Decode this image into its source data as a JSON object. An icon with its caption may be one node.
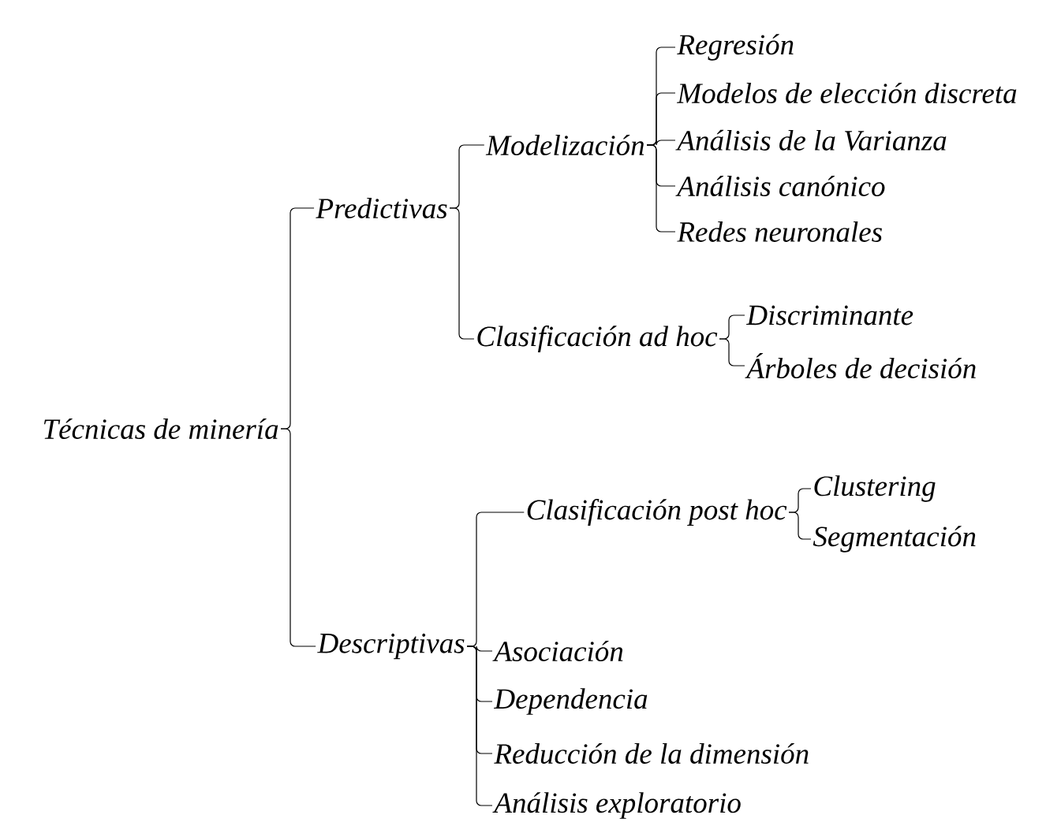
{
  "diagram": {
    "nodes": [
      {
        "text": [
          "Técnicas de minería"
        ]
      },
      {
        "text": [
          "Predictivas"
        ]
      },
      {
        "text": [
          "Modelización"
        ]
      },
      {
        "text": [
          "Regresión"
        ]
      },
      {
        "text": [
          "Modelos de elección discreta"
        ]
      },
      {
        "text": [
          "Análisis de la Varianza"
        ]
      },
      {
        "text": [
          "Análisis canónico"
        ]
      },
      {
        "text": [
          "Redes neuronales"
        ]
      },
      {
        "text": [
          "Clasificación ad hoc"
        ]
      },
      {
        "text": [
          "Discriminante"
        ]
      },
      {
        "text": [
          "Árboles de decisión"
        ]
      },
      {
        "text": [
          "Descriptivas"
        ]
      },
      {
        "text": [
          "Clasificación post hoc"
        ]
      },
      {
        "text": [
          "Clustering"
        ]
      },
      {
        "text": [
          "Segmentación"
        ]
      },
      {
        "text": [
          "Asociación"
        ]
      },
      {
        "text": [
          "Dependencia"
        ]
      },
      {
        "text": [
          "Reducción de la dimensión"
        ]
      },
      {
        "text": [
          "Análisis exploratorio"
        ]
      }
    ],
    "edges": [
      {
        "from": 0,
        "to": 1,
        "arrow": "none"
      },
      {
        "from": 0,
        "to": 11,
        "arrow": "none"
      },
      {
        "from": 1,
        "to": 2,
        "arrow": "none"
      },
      {
        "from": 1,
        "to": 8,
        "arrow": "none"
      },
      {
        "from": 2,
        "to": 3,
        "arrow": "none"
      },
      {
        "from": 2,
        "to": 4,
        "arrow": "none"
      },
      {
        "from": 2,
        "to": 5,
        "arrow": "none"
      },
      {
        "from": 2,
        "to": 6,
        "arrow": "none"
      },
      {
        "from": 2,
        "to": 7,
        "arrow": "none"
      },
      {
        "from": 8,
        "to": 9,
        "arrow": "none"
      },
      {
        "from": 8,
        "to": 10,
        "arrow": "none"
      },
      {
        "from": 11,
        "to": 12,
        "arrow": "none"
      },
      {
        "from": 11,
        "to": 15,
        "arrow": "none"
      },
      {
        "from": 11,
        "to": 16,
        "arrow": "none"
      },
      {
        "from": 11,
        "to": 17,
        "arrow": "none"
      },
      {
        "from": 11,
        "to": 18,
        "arrow": "none"
      },
      {
        "from": 12,
        "to": 13,
        "arrow": "none"
      },
      {
        "from": 12,
        "to": 14,
        "arrow": "none"
      }
    ]
  }
}
